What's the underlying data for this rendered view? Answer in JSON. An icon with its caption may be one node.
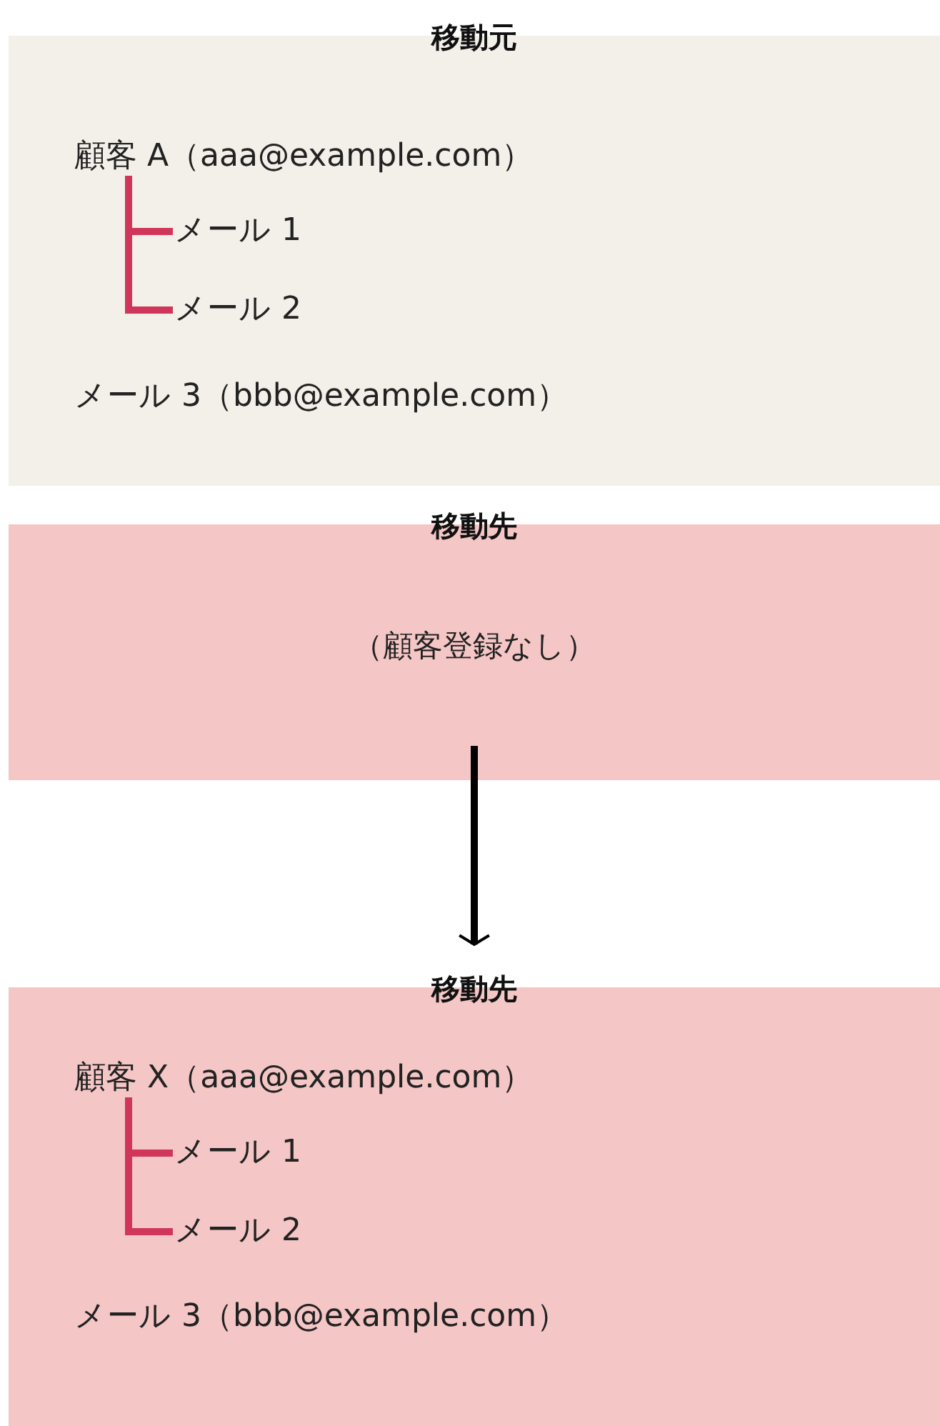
{
  "diagram": {
    "nodes": [
      {
        "text": [
          "移動元"
        ]
      },
      {
        "text": [
          "顧客 A（aaa@example.com）"
        ],
        "in": 0
      },
      {
        "text": [
          "メール 1"
        ],
        "in": 0
      },
      {
        "text": [
          "メール 2"
        ],
        "in": 0
      },
      {
        "text": [
          "メール 3（bbb@example.com）"
        ],
        "in": 0
      },
      {
        "text": [
          "移動先",
          "（顧客登録なし）"
        ]
      },
      {
        "text": [
          "移動先"
        ]
      },
      {
        "text": [
          "顧客 X（aaa@example.com）"
        ],
        "in": 6
      },
      {
        "text": [
          "メール 1"
        ],
        "in": 6
      },
      {
        "text": [
          "メール 2"
        ],
        "in": 6
      },
      {
        "text": [
          "メール 3（bbb@example.com）"
        ],
        "in": 6
      }
    ],
    "edges": [
      {
        "from": 1,
        "to": 2,
        "arrow": "none",
        "color": "#d0365a"
      },
      {
        "from": 1,
        "to": 3,
        "arrow": "none",
        "color": "#d0365a"
      },
      {
        "from": 5,
        "to": 6,
        "arrow": "to",
        "color": "#000000"
      },
      {
        "from": 7,
        "to": 8,
        "arrow": "none",
        "color": "#d0365a"
      },
      {
        "from": 7,
        "to": 9,
        "arrow": "none",
        "color": "#d0365a"
      }
    ]
  }
}
